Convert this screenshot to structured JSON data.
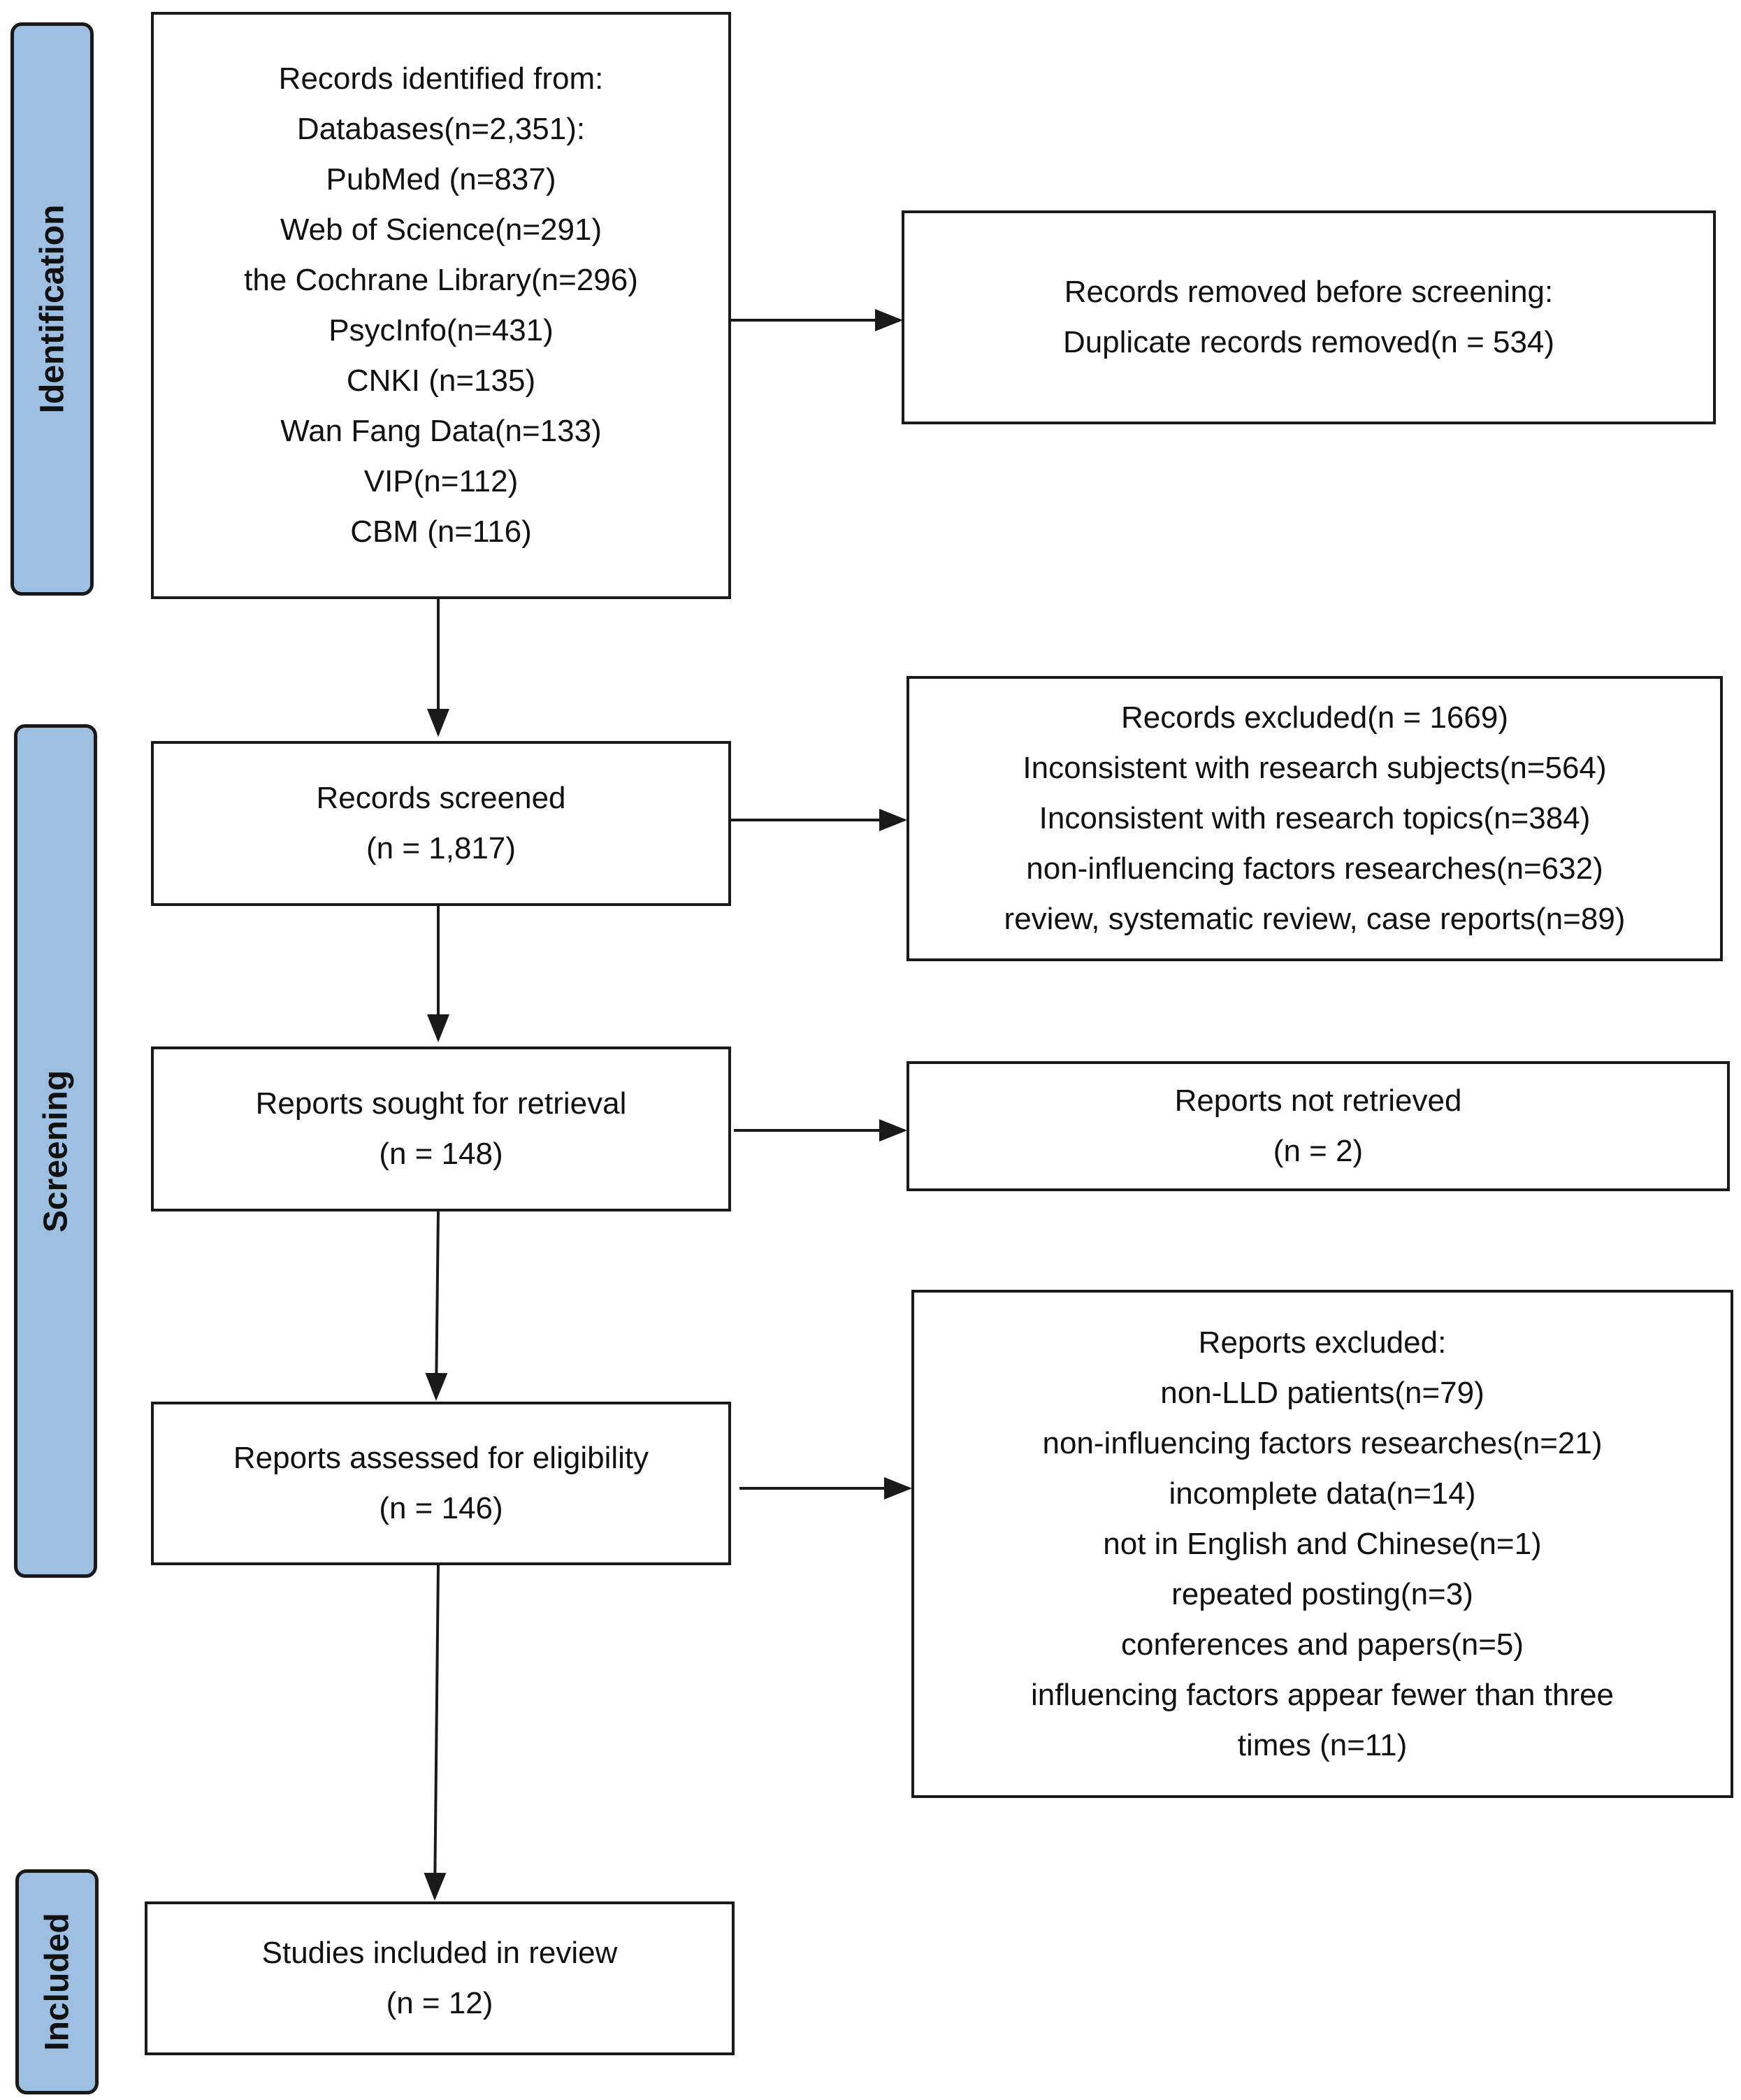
{
  "phases": {
    "identification": "Identification",
    "screening": "Screening",
    "included": "Included"
  },
  "boxes": {
    "identified": {
      "lines": [
        "Records identified from:",
        "Databases(n=2,351):",
        "PubMed (n=837)",
        "Web of Science(n=291)",
        "the Cochrane Library(n=296)",
        "PsycInfo(n=431)",
        "CNKI (n=135)",
        "Wan Fang Data(n=133)",
        "VIP(n=112)",
        "CBM (n=116)"
      ]
    },
    "removed": {
      "lines": [
        "Records removed before screening:",
        "Duplicate records removed(n = 534)"
      ]
    },
    "screened": {
      "lines": [
        "Records screened",
        "(n = 1,817)"
      ]
    },
    "excluded": {
      "lines": [
        "Records excluded(n = 1669)",
        "Inconsistent with research subjects(n=564)",
        "Inconsistent with research topics(n=384)",
        "non-influencing factors researches(n=632)",
        "review, systematic review, case reports(n=89)"
      ]
    },
    "sought": {
      "lines": [
        "Reports sought for retrieval",
        "(n = 148)"
      ]
    },
    "not_retrieved": {
      "lines": [
        "Reports not retrieved",
        "(n = 2)"
      ]
    },
    "assessed": {
      "lines": [
        "Reports assessed for eligibility",
        "(n = 146)"
      ]
    },
    "reports_excluded": {
      "lines": [
        "Reports excluded:",
        "non-LLD patients(n=79)",
        "non-influencing factors researches(n=21)",
        "incomplete data(n=14)",
        "not in English and Chinese(n=1)",
        "repeated posting(n=3)",
        "conferences and papers(n=5)",
        "influencing factors appear fewer than three",
        "times (n=11)"
      ]
    },
    "included": {
      "lines": [
        "Studies included in review",
        "(n = 12)"
      ]
    }
  }
}
